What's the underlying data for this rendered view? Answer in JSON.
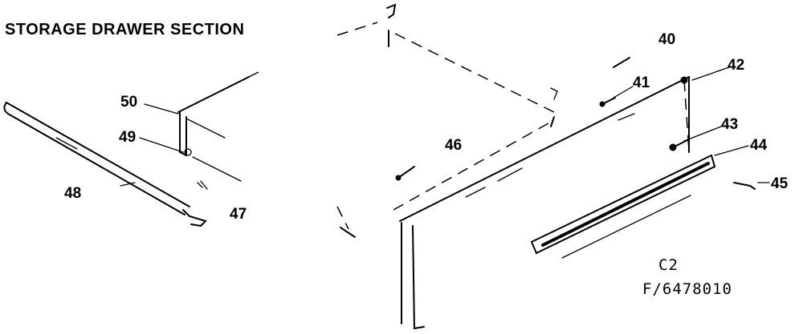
{
  "diagram": {
    "title": "STORAGE DRAWER SECTION",
    "parts": [
      {
        "label": "40"
      },
      {
        "label": "41"
      },
      {
        "label": "42"
      },
      {
        "label": "43"
      },
      {
        "label": "44"
      },
      {
        "label": "45"
      },
      {
        "label": "46"
      },
      {
        "label": "47"
      },
      {
        "label": "48"
      },
      {
        "label": "49"
      },
      {
        "label": "50"
      }
    ],
    "callouts": {
      "c40_top": "40",
      "c41": "41",
      "c42": "42",
      "c43": "43",
      "c44": "44",
      "c45": "45",
      "c46": "46",
      "c47": "47",
      "c48": "48",
      "c49": "49",
      "c50": "50"
    },
    "figure_code": "C2",
    "drawing_number": "F/6478010"
  }
}
